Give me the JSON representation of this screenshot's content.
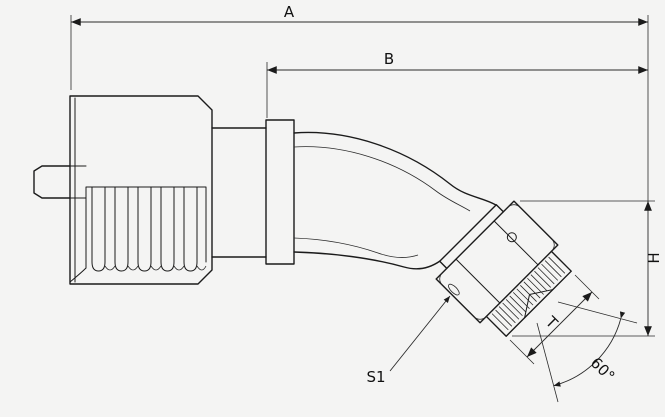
{
  "drawing": {
    "labels": {
      "length_a": "A",
      "length_b": "B",
      "height_h": "H",
      "thread_t": "T",
      "hex_s1": "S1",
      "seat_angle": "60°"
    },
    "colors": {
      "background": "#f4f4f3",
      "line": "#1b1b1b"
    }
  }
}
